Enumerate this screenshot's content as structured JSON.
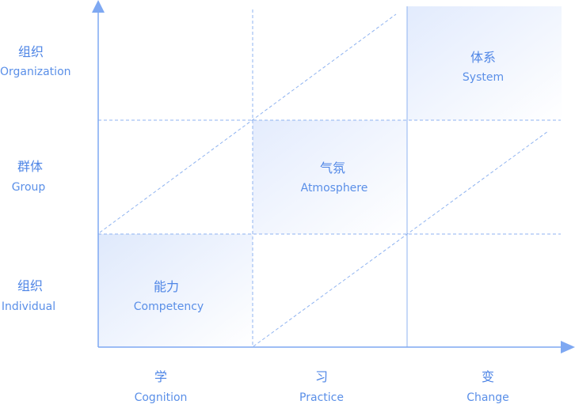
{
  "colors": {
    "axis": "#7ea8f2",
    "grid_dash": "#8fb3f0",
    "cell_fill": "#e7effd",
    "text_primary": "#4f86e6",
    "text_secondary": "#5a8fe8"
  },
  "y_levels": [
    {
      "zh": "组织",
      "en": "Organization"
    },
    {
      "zh": "群体",
      "en": "Group"
    },
    {
      "zh": "组织",
      "en": "Individual"
    }
  ],
  "x_stages": [
    {
      "zh": "学",
      "en": "Cognition"
    },
    {
      "zh": "习",
      "en": "Practice"
    },
    {
      "zh": "变",
      "en": "Change"
    }
  ],
  "cells": [
    {
      "zh": "体系",
      "en": "System"
    },
    {
      "zh": "气氛",
      "en": "Atmosphere"
    },
    {
      "zh": "能力",
      "en": "Competency"
    }
  ]
}
